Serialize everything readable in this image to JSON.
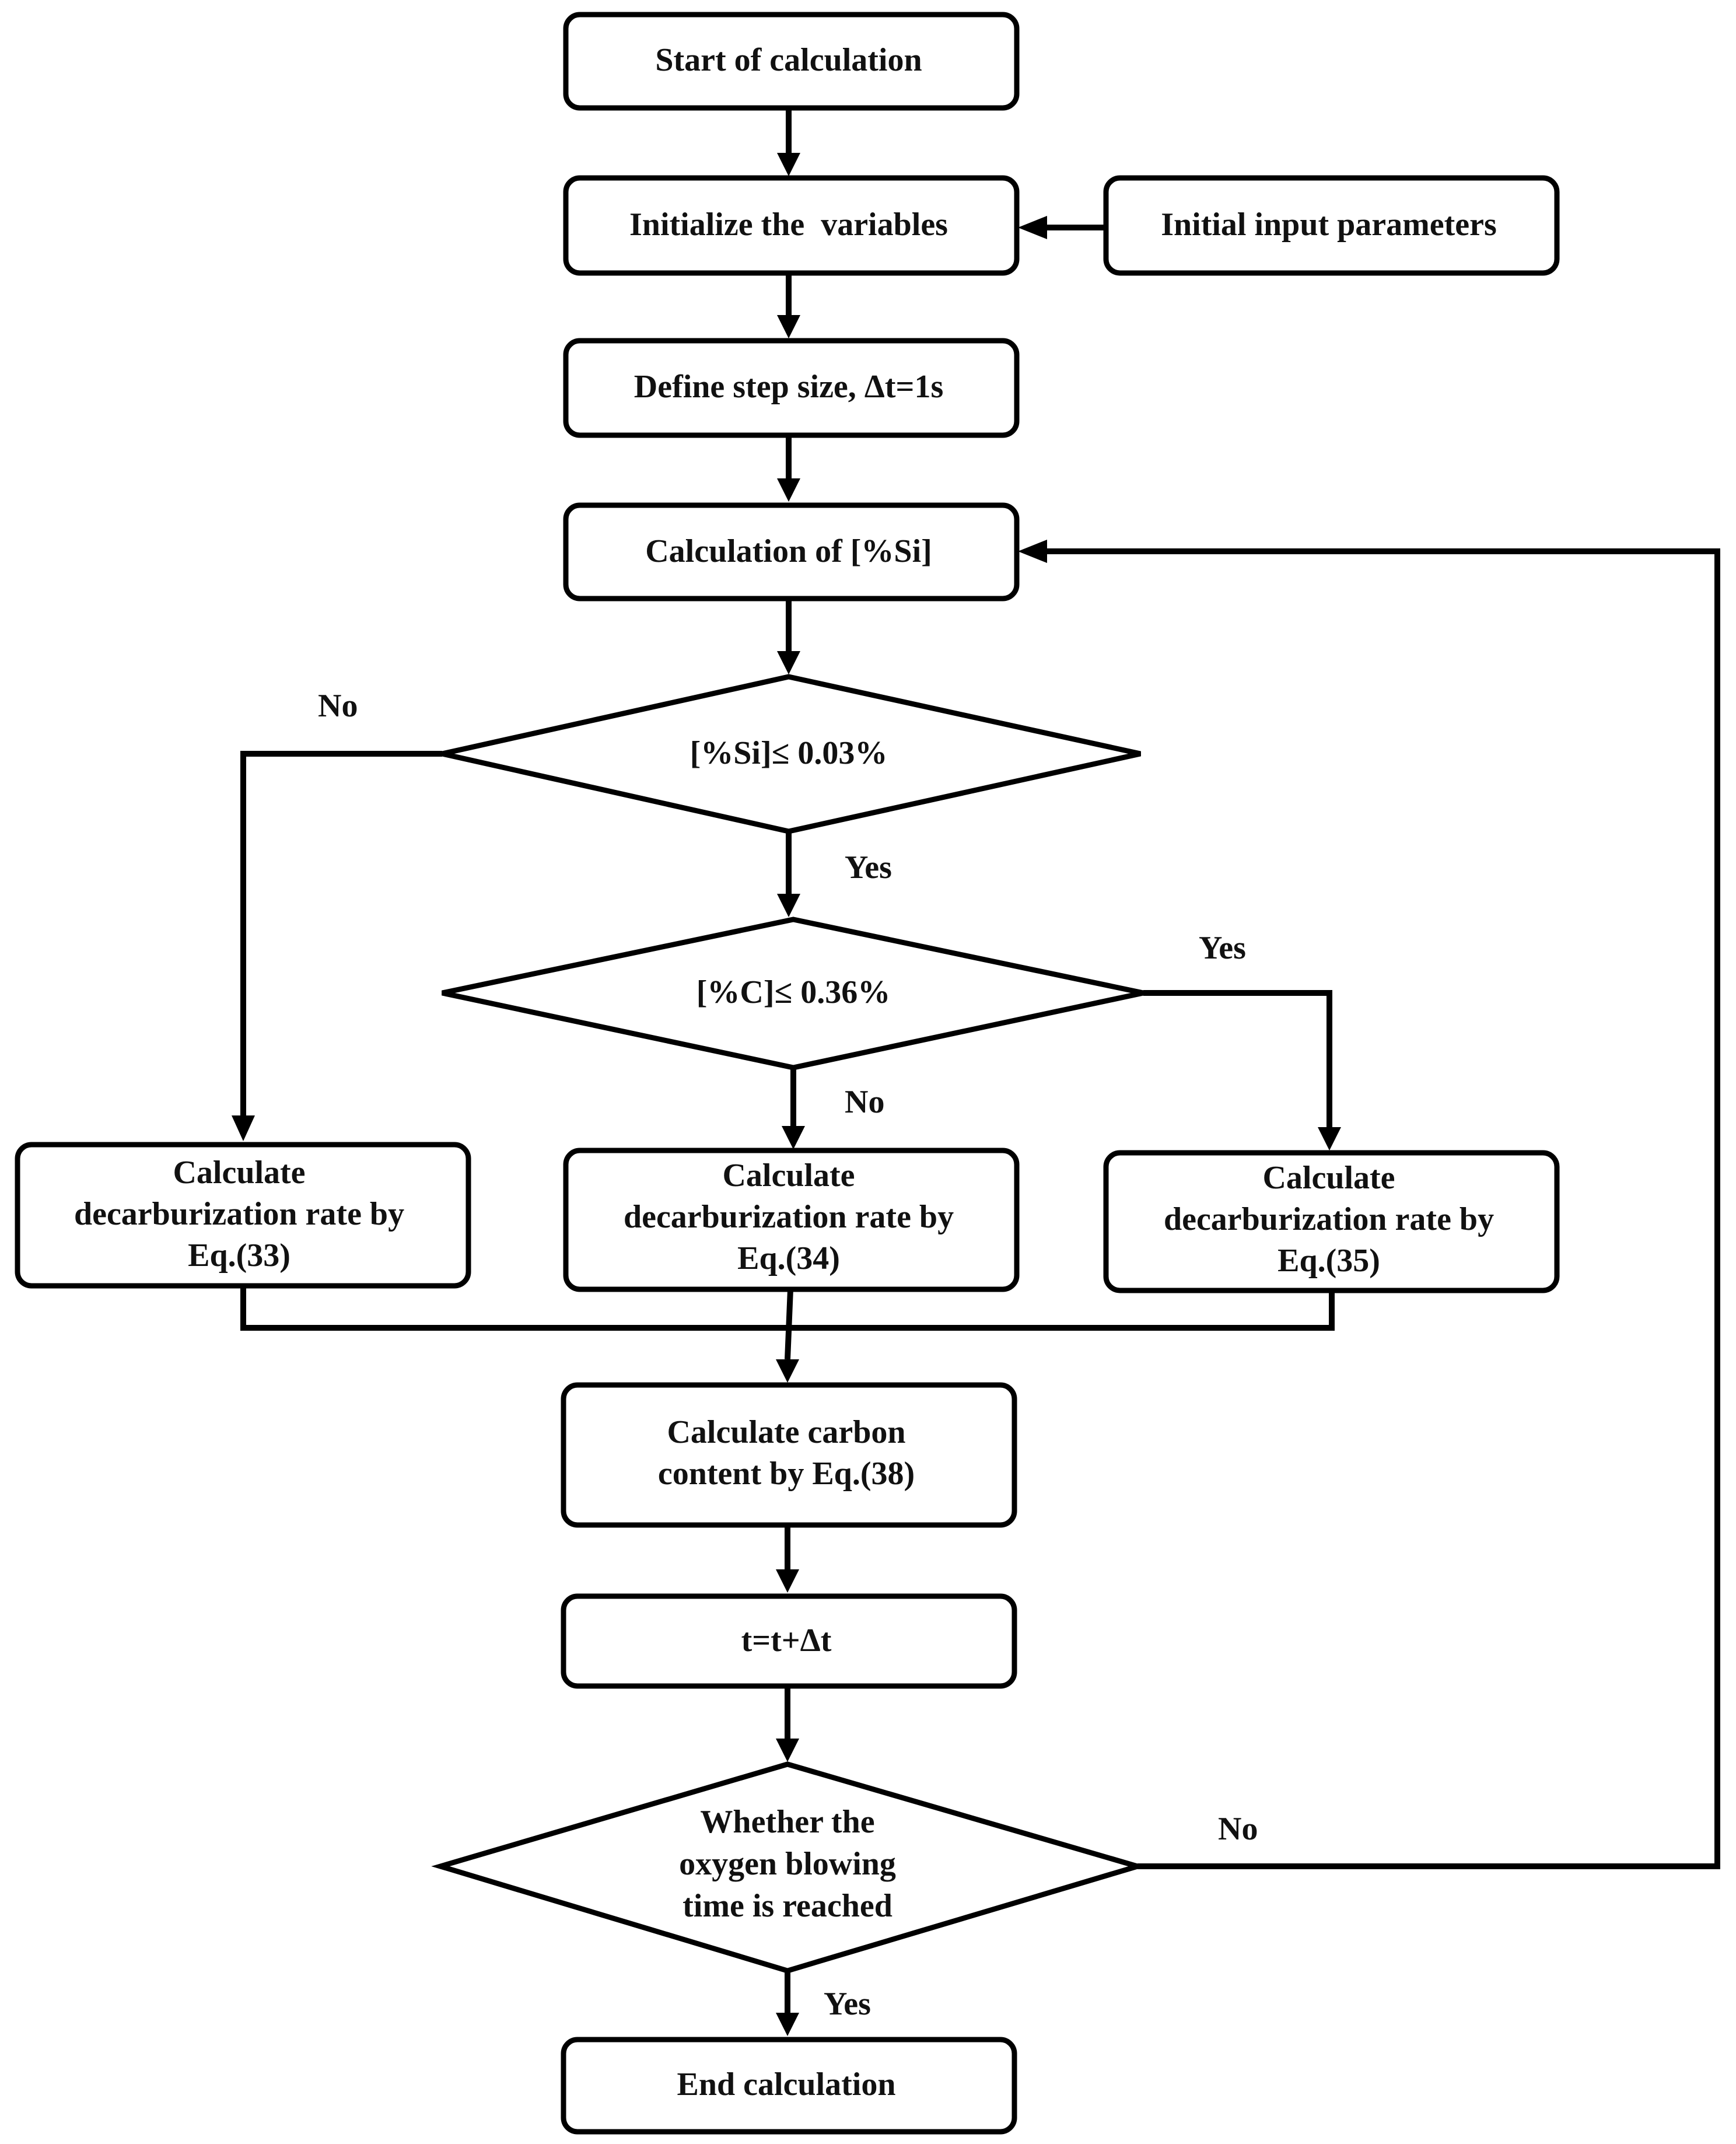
{
  "nodes": {
    "start": "Start of calculation",
    "init": "Initialize the  variables",
    "inputs": "Initial input parameters",
    "step": "Define step size, Δt=1s",
    "calc_si": "Calculation of [%Si]",
    "check_si": "[%Si]≤ 0.03%",
    "check_c": "[%C]≤ 0.36%",
    "rate33": [
      "Calculate",
      "decarburization rate by",
      "Eq.(33)"
    ],
    "rate34": [
      "Calculate",
      "decarburization rate by",
      "Eq.(34)"
    ],
    "rate35": [
      "Calculate",
      "decarburization rate by",
      "Eq.(35)"
    ],
    "carbon": [
      "Calculate carbon",
      "content by Eq.(38)"
    ],
    "time_step": "t=t+Δt",
    "check_time": [
      "Whether the",
      "oxygen blowing",
      "time is reached"
    ],
    "end": "End calculation"
  },
  "labels": {
    "si_no": "No",
    "si_yes": "Yes",
    "c_yes": "Yes",
    "c_no": "No",
    "time_no": "No",
    "time_yes": "Yes"
  }
}
